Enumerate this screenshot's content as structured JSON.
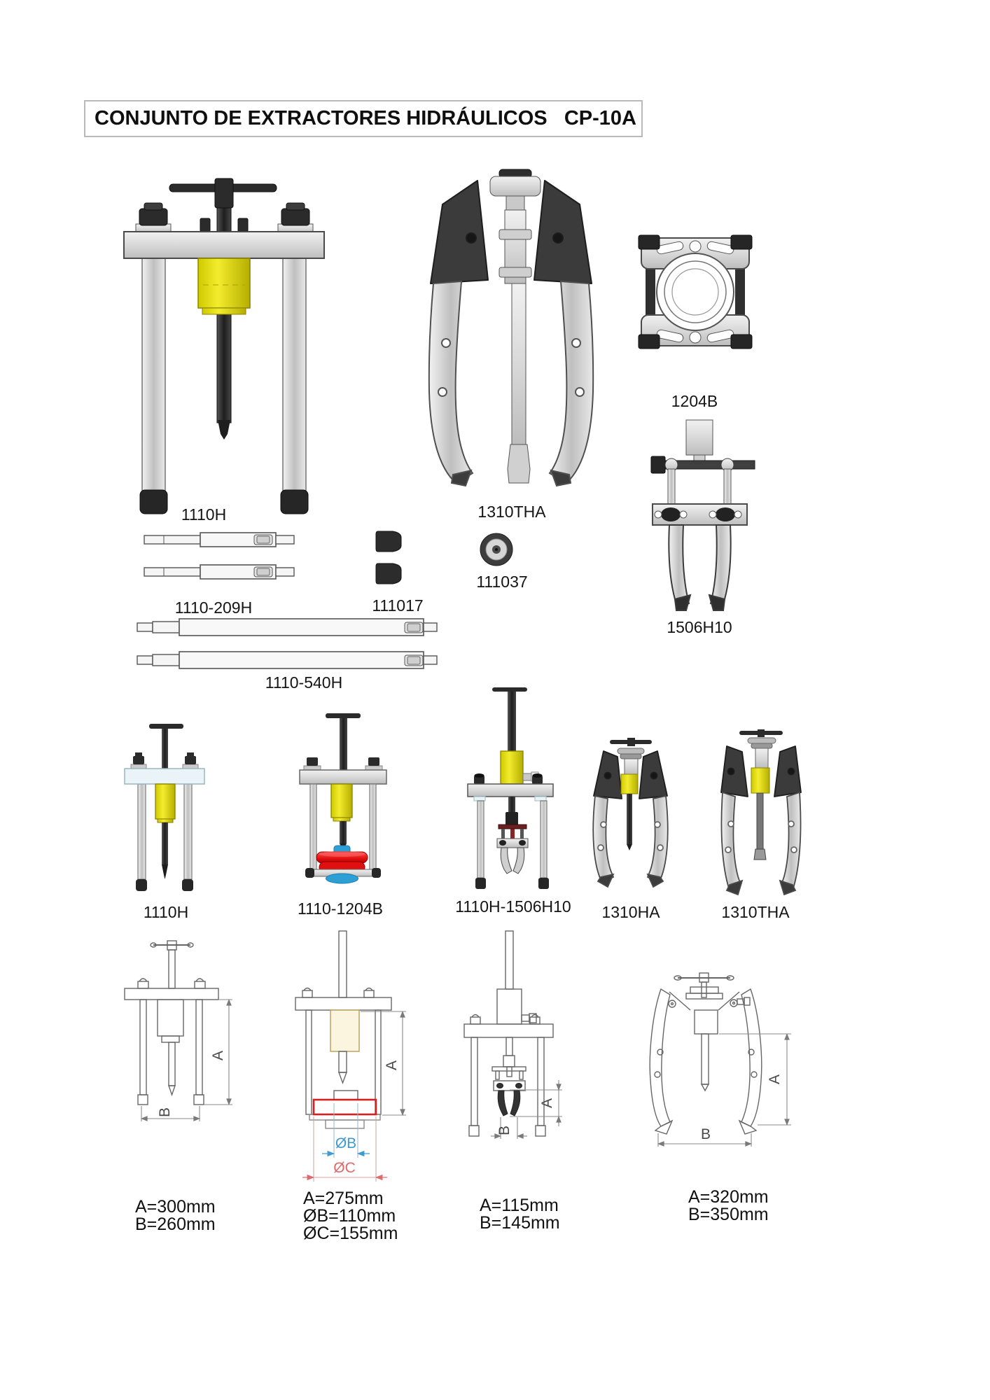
{
  "title": "CONJUNTO DE EXTRACTORES HIDRÁULICOS   CP-10A",
  "labels": {
    "kit_1110h": "1110H",
    "kit_1310tha": "1310THA",
    "part_1204b": "1204B",
    "part_1506h10": "1506H10",
    "part_rod_short": "1110-209H",
    "part_caps": "111017",
    "part_washer": "111037",
    "part_rod_long": "1110-540H"
  },
  "assemblies": [
    {
      "label": "1110H"
    },
    {
      "label": "1110-1204B"
    },
    {
      "label": "1110H-1506H10"
    },
    {
      "label": "1310HA"
    },
    {
      "label": "1310THA"
    }
  ],
  "drawings": [
    {
      "marks": {
        "a": "A",
        "b": "B"
      },
      "dims": [
        "A=300mm",
        "B=260mm"
      ]
    },
    {
      "marks": {
        "a": "A",
        "b": "ØB",
        "c": "ØC"
      },
      "dims": [
        "A=275mm",
        "ØB=110mm",
        "ØC=155mm"
      ]
    },
    {
      "marks": {
        "a": "A",
        "b": "B"
      },
      "dims": [
        "A=115mm",
        "B=145mm"
      ]
    },
    {
      "marks": {
        "a": "A",
        "b": "B"
      },
      "dims": [
        "A=320mm",
        "B=350mm"
      ]
    }
  ],
  "colors": {
    "accent_yellow": "#e6df00",
    "accent_red": "#e21b1b",
    "accent_blue": "#2e9fd4",
    "drawing_red": "#d42020",
    "dim_blue": "#3f9ad2",
    "dim_red": "#e06a6a"
  }
}
